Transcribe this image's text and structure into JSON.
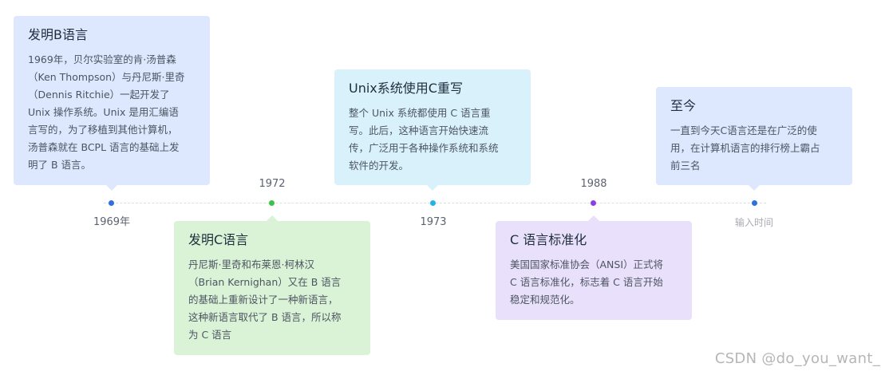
{
  "events": [
    {
      "title": "发明B语言",
      "text": "1969年，贝尔实验室的肯·汤普森\n（Ken Thompson）与丹尼斯·里奇\n（Dennis Ritchie）一起开发了\nUnix 操作系统。Unix 是用汇编语\n言写的，为了移植到其他计算机，\n汤普森就在 BCPL 语言的基础上发\n明了 B 语言。",
      "date": "1969年",
      "color": "#2f6fe0",
      "card_bg": "#dde7fd"
    },
    {
      "title": "发明C语言",
      "text": "丹尼斯·里奇和布莱恩·柯林汉\n（Brian Kernighan）又在 B 语言\n的基础上重新设计了一种新语言，\n这种新语言取代了 B 语言，所以称\n为 C 语言",
      "date": "1972",
      "color": "#3cc24a",
      "card_bg": "#daf3d6"
    },
    {
      "title": "Unix系统使用C重写",
      "text": "整个 Unix 系统都使用 C 语言重\n写。此后，这种语言开始快速流\n传，广泛用于各种操作系统和系统\n软件的开发。",
      "date": "1973",
      "color": "#1fb3e6",
      "card_bg": "#d8f1fb"
    },
    {
      "title": "C 语言标准化",
      "text": "美国国家标准协会（ANSI）正式将\nC 语言标准化，标志着 C 语言开始\n稳定和规范化。",
      "date": "1988",
      "color": "#8a3ee6",
      "card_bg": "#e9e0fb"
    },
    {
      "title": "至今",
      "text": "一直到今天C语言还是在广泛的使\n用，在计算机语言的排行榜上霸占\n前三名",
      "date": "输入时间",
      "color": "#2f6fe0",
      "card_bg": "#dde7fd"
    }
  ],
  "watermark": "CSDN @do_you_want_"
}
